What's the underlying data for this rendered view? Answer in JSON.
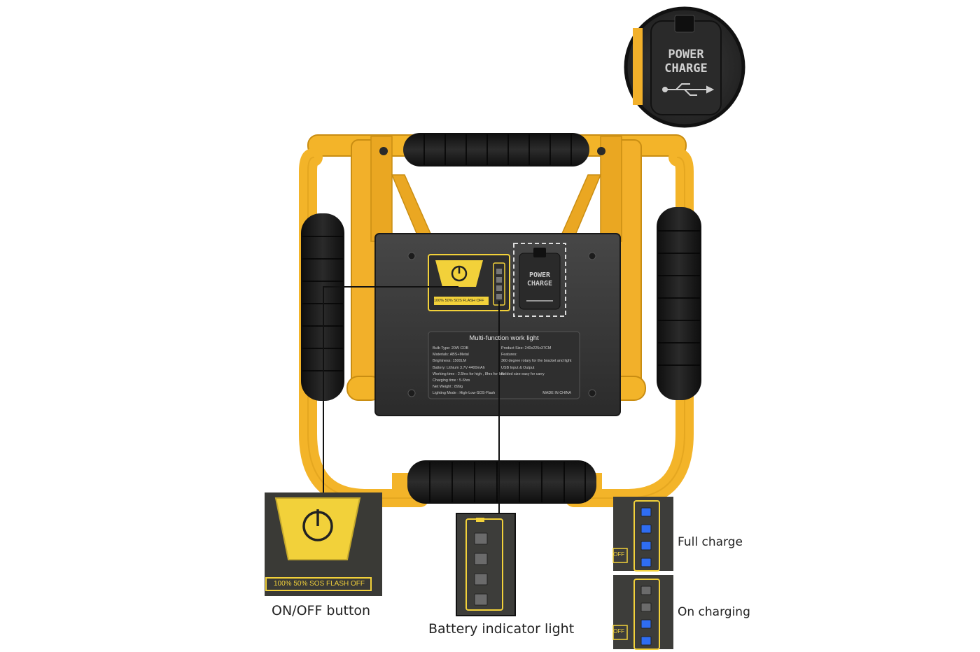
{
  "colors": {
    "frame_yellow": "#f3b429",
    "frame_shadow": "#c98d12",
    "grip_black": "#1c1c1c",
    "panel_dark": "#3a3a3a",
    "label_yellow": "#f2d13a",
    "led_blue": "#2f6df2",
    "led_grey": "#6b6b6b",
    "callout_line": "#111111"
  },
  "zoom_port": {
    "line1": "POWER",
    "line2": "CHARGE",
    "icon": "usb-icon"
  },
  "panel": {
    "port_line1": "POWER",
    "port_line2": "CHARGE",
    "switch_label": "100% 50% SOS FLASH OFF",
    "spec_title": "Multi-function work light",
    "specs_left": [
      "Bulb Type: 20W COB",
      "Materials: ABS+Metal",
      "Brightness: 1500LM",
      "Battery: Lithium 3.7V 4400mAh",
      "Working time : 2.5hrs for high , 8hrs for low",
      "Charging time : 5-6hrs",
      "Net Weight : 899g",
      "Lighting Mode : High-Low-SOS-Flash"
    ],
    "specs_right": [
      "Product Size: 240x225x37CM",
      "Features:",
      "360 degree rotary for the bracket and light",
      "USB Input & Output",
      "Folded size easy for carry",
      "",
      "",
      "MADE IN CHINA"
    ]
  },
  "callouts": {
    "onoff": {
      "caption": "ON/OFF button",
      "label": "100% 50% SOS  FLASH OFF",
      "icon": "power-icon"
    },
    "battery": {
      "caption": "Battery indicator light",
      "leds_lit": 0,
      "leds_total": 4
    },
    "full_charge": {
      "caption": "Full charge",
      "leds_lit": 4,
      "leds_total": 4,
      "fragment": "OFF"
    },
    "on_charging": {
      "caption": "On charging",
      "leds_lit": 2,
      "leds_total": 4,
      "fragment": "OFF"
    }
  }
}
